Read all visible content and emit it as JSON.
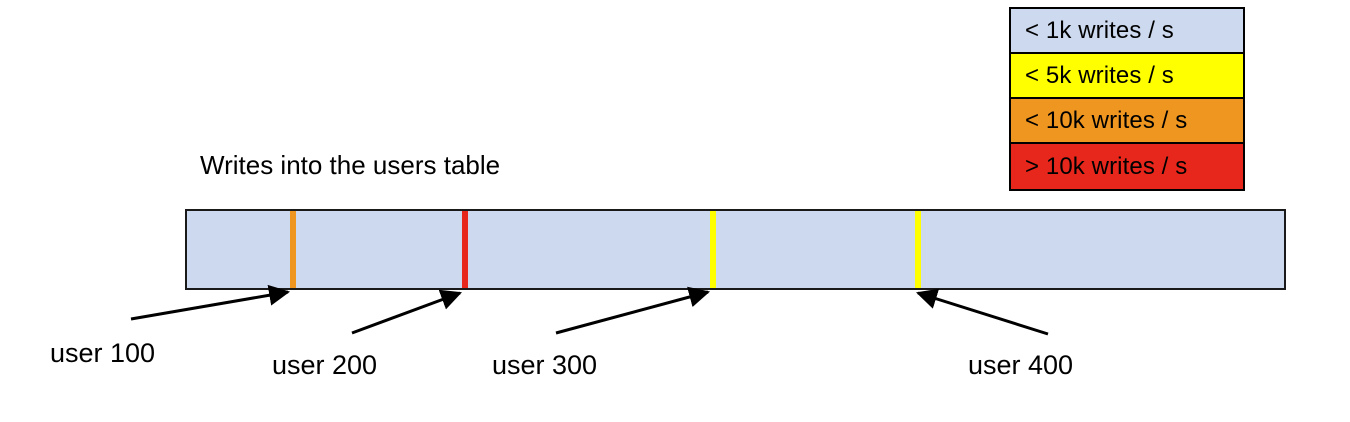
{
  "chart_data": {
    "type": "bar",
    "title": "Writes into the users table",
    "orientation": "horizontal-range",
    "description": "A single horizontal range bar representing the users table keyspace, colored by write throughput, with colored marker stripes at four user-id boundaries.",
    "xlabel": "",
    "ylabel": "",
    "grid": false,
    "legend_position": "top-right",
    "base_color": "#ccd9ee",
    "base_category": "< 1k writes / s",
    "categories": [
      "< 1k writes / s",
      "< 5k writes / s",
      "< 10k writes / s",
      "> 10k writes / s"
    ],
    "category_colors": [
      "#ccd9ee",
      "#ffff00",
      "#ef9620",
      "#e8271c"
    ],
    "markers": [
      {
        "label": "user 100",
        "category": "< 10k writes / s",
        "color": "#ef9620",
        "position_pct": 9.4
      },
      {
        "label": "user 200",
        "category": "> 10k writes / s",
        "color": "#e8271c",
        "position_pct": 25.1
      },
      {
        "label": "user 300",
        "category": "< 5k writes / s",
        "color": "#ffff00",
        "position_pct": 47.7
      },
      {
        "label": "user 400",
        "category": "< 5k writes / s",
        "color": "#ffff00",
        "position_pct": 66.4
      }
    ]
  },
  "legend": {
    "title": "",
    "rows": [
      {
        "label": "< 1k writes / s",
        "color": "#ccd9ee"
      },
      {
        "label": "< 5k writes / s",
        "color": "#ffff00"
      },
      {
        "label": "< 10k writes / s",
        "color": "#ef9620"
      },
      {
        "label": "> 10k writes / s",
        "color": "#e8271c"
      }
    ]
  },
  "chart": {
    "title": "Writes into the users table"
  },
  "annotations": [
    {
      "label": "user 100"
    },
    {
      "label": "user 200"
    },
    {
      "label": "user 300"
    },
    {
      "label": "user 400"
    }
  ]
}
